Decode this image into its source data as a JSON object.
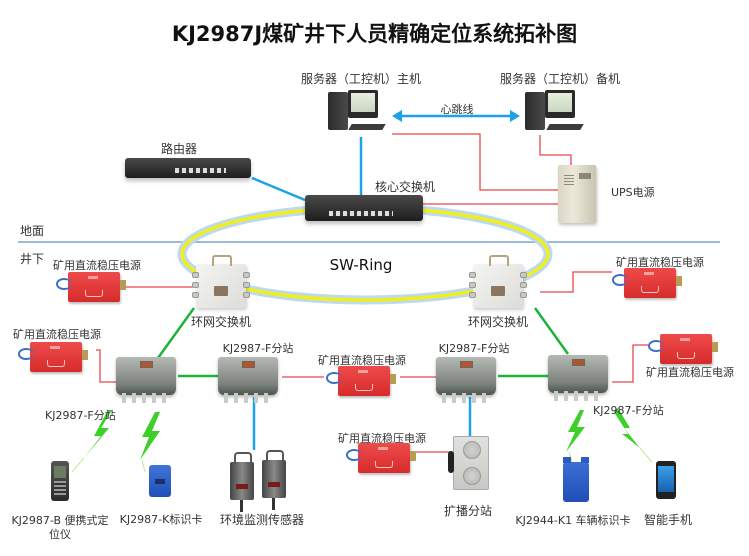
{
  "title": "KJ2987J煤矿井下人员精确定位系统拓补图",
  "zones": {
    "surface": "地面",
    "underground": "井下"
  },
  "surface": {
    "main_server": "服务器（工控机）主机",
    "backup_server": "服务器（工控机）备机",
    "heartbeat": "心跳线",
    "router": "路由器",
    "core_switch": "核心交换机",
    "ups": "UPS电源"
  },
  "ring": {
    "label": "SW-Ring",
    "switch_left": "环网交换机",
    "switch_right": "环网交换机"
  },
  "power_supplies": {
    "ring_left": "矿用直流稳压电源",
    "ring_right": "矿用直流稳压电源",
    "substation_1": "矿用直流稳压电源",
    "middle": "矿用直流稳压电源",
    "substation_4": "矿用直流稳压电源",
    "broadcast": "矿用直流稳压电源"
  },
  "substations": {
    "s1": "KJ2987-F分站",
    "s2": "KJ2987-F分站",
    "s3": "KJ2987-F分站",
    "s4": "KJ2987-F分站"
  },
  "terminals": {
    "handheld_line1": "KJ2987-B 便携式定",
    "handheld_line2": "位仪",
    "id_card": "KJ2987-K标识卡",
    "env_sensor": "环境监测传感器",
    "broadcast_station": "扩播分站",
    "vehicle_card": "KJ2944-K1 车辆标识卡",
    "smartphone": "智能手机"
  },
  "colors": {
    "ethernet": "#1aa3e8",
    "power": "#e8484a",
    "ring_fiber": "#f2ee1a",
    "ring_glow": "#bcd9f2",
    "field_bus": "#1db33a",
    "wireless": "#3fcf2a",
    "ground_line": "#9bbad8"
  }
}
